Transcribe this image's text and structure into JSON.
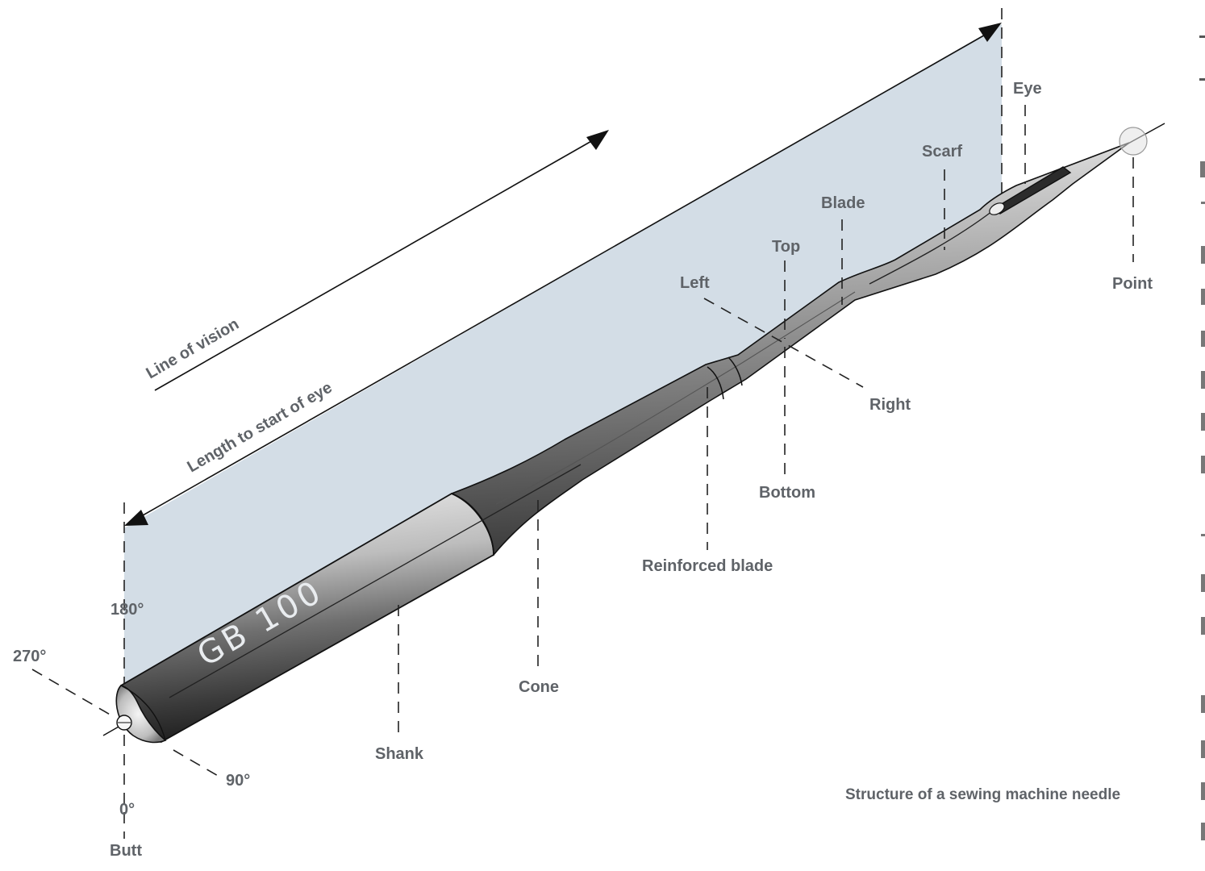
{
  "diagram": {
    "caption": "Structure of a sewing machine needle",
    "engraving": "GB 100",
    "labels": {
      "line_of_vision": "Line of vision",
      "length_to_eye": "Length to start of eye",
      "eye": "Eye",
      "scarf": "Scarf",
      "blade": "Blade",
      "top": "Top",
      "left": "Left",
      "right": "Right",
      "bottom": "Bottom",
      "reinforced_blade": "Reinforced blade",
      "cone": "Cone",
      "shank": "Shank",
      "point": "Point",
      "butt": "Butt",
      "deg_180": "180°",
      "deg_270": "270°",
      "deg_90": "90°",
      "deg_0": "0°"
    },
    "colors": {
      "plane": "#d3dde6",
      "label": "#5f6368",
      "steel_dark": "#2b2b2b",
      "steel_light": "#e8e8e8"
    }
  }
}
